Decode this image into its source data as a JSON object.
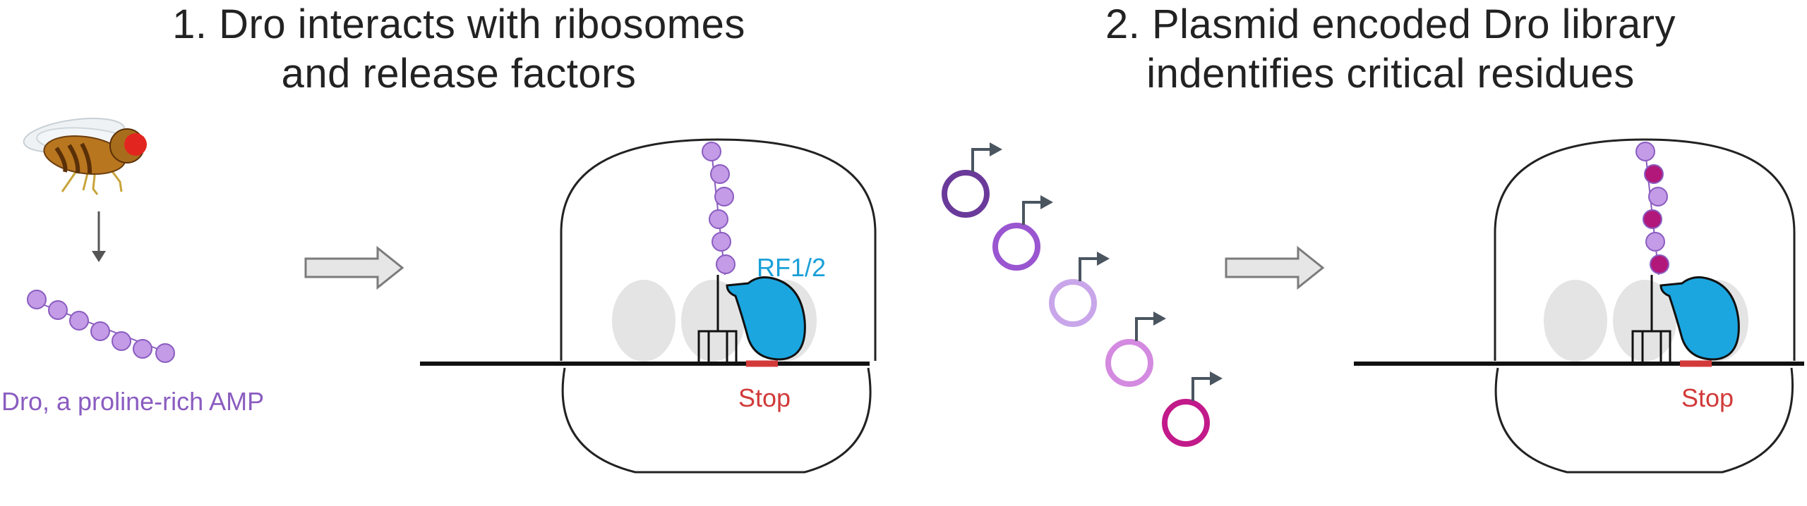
{
  "titles": {
    "panel1": [
      "1. Dro interacts with ribosomes",
      "and release factors"
    ],
    "panel2": [
      "2. Plasmid encoded Dro library",
      "indentifies critical residues"
    ]
  },
  "labels": {
    "dro_caption": "Dro, a proline-rich AMP",
    "release_factor": "RF1/2",
    "stop_left": "Stop",
    "stop_right": "Stop"
  },
  "colors": {
    "peptide": "#c39be6",
    "peptide_edge": "#8a5cc0",
    "critical_residue": "#b1187a",
    "release_factor": "#1ba6e0",
    "stop": "#d23a3a",
    "caption": "#8a5cc0",
    "rf_label": "#1aa0d8",
    "arrow_fill": "#e6e6e6",
    "plasmids": [
      "#6a3a9a",
      "#9a55d0",
      "#c9a6ea",
      "#d48ae0",
      "#c21a8a"
    ]
  },
  "icons": {
    "fly": "fruit-fly-icon",
    "promoter": "promoter-arrow-icon"
  }
}
